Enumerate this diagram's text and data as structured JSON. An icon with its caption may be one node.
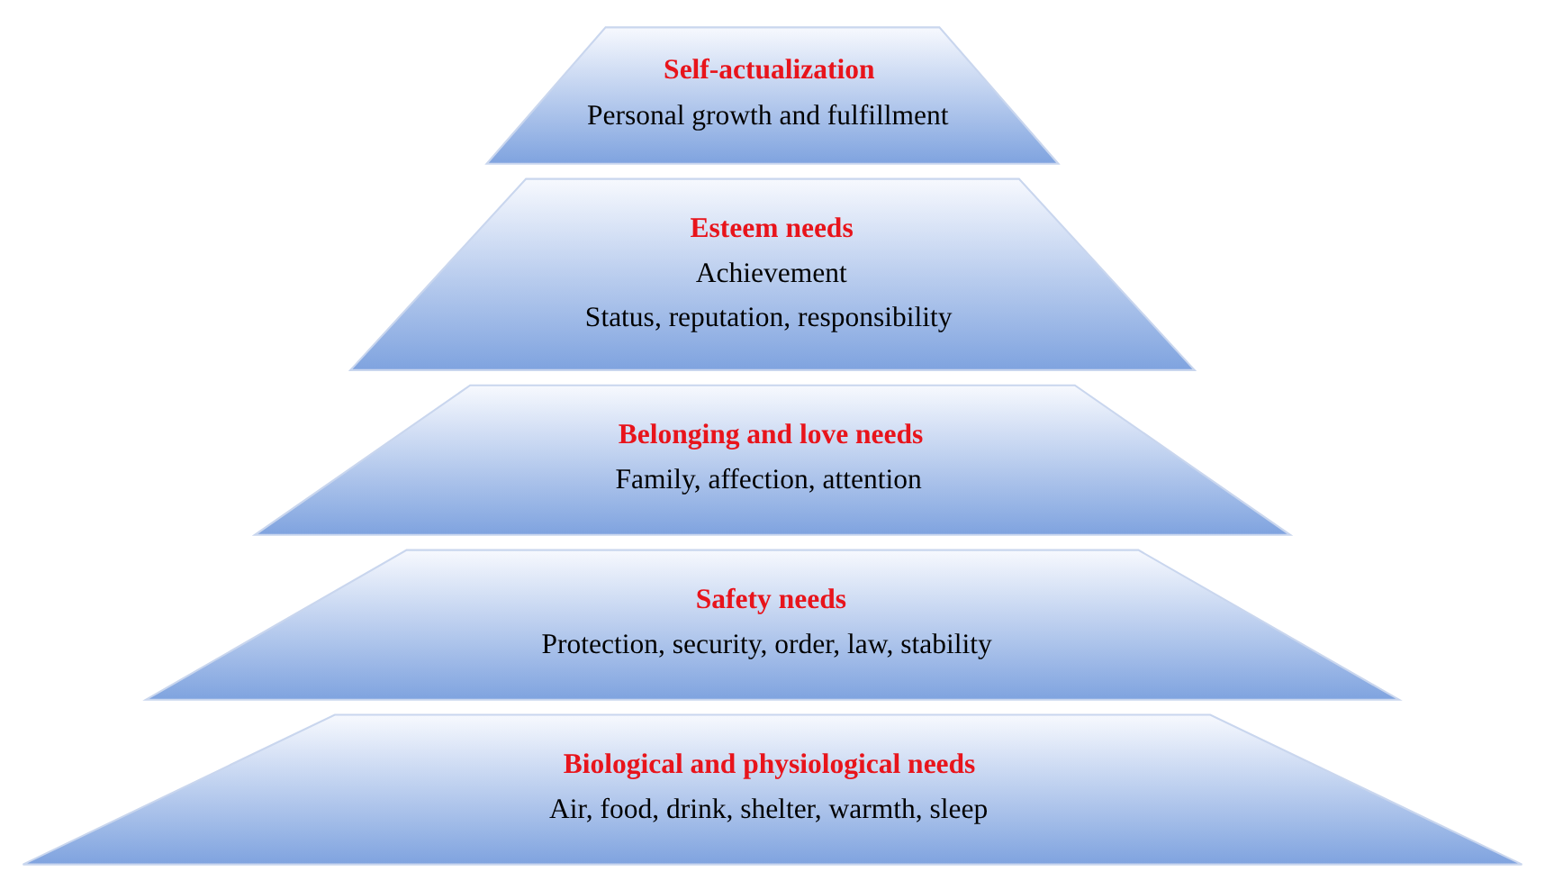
{
  "diagram": {
    "nodes": [
      {
        "text": [
          "Self-actualization",
          "Personal growth and fulfillment"
        ]
      },
      {
        "text": [
          "Esteem needs",
          "Achievement",
          "Status, reputation, responsibility"
        ]
      },
      {
        "text": [
          "Belonging and love needs",
          "Family, affection, attention"
        ]
      },
      {
        "text": [
          "Safety needs",
          "Protection, security, order, law, stability"
        ]
      },
      {
        "text": [
          "Biological and physiological needs",
          "Air, food, drink, shelter, warmth, sleep"
        ]
      }
    ]
  }
}
